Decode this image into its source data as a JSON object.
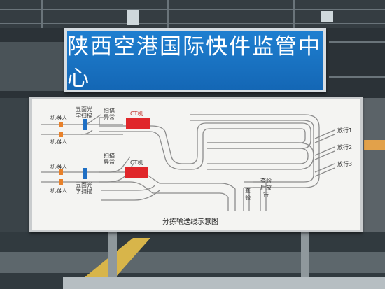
{
  "sign": {
    "title": "陕西空港国际快件监管中心"
  },
  "board": {
    "robot_label": "机器人",
    "five_face_scan_line1": "五面光",
    "five_face_scan_line2": "学扫描",
    "scan_error_line1": "扫描",
    "scan_error_line2": "异常",
    "ct_machine": "CT机",
    "inspection_line1": "查",
    "inspection_line2": "验",
    "after_inspection_line1": "查验",
    "after_inspection_line2": "后放",
    "after_inspection_line3": "行",
    "release_1": "放行1",
    "release_2": "放行2",
    "release_3": "放行3",
    "caption": "分拣输送线示意图"
  },
  "colors": {
    "sign_blue": "#1770c2",
    "robot_orange": "#e8812a",
    "scanner_blue": "#1f6fc4",
    "ct_red": "#e0262a"
  }
}
